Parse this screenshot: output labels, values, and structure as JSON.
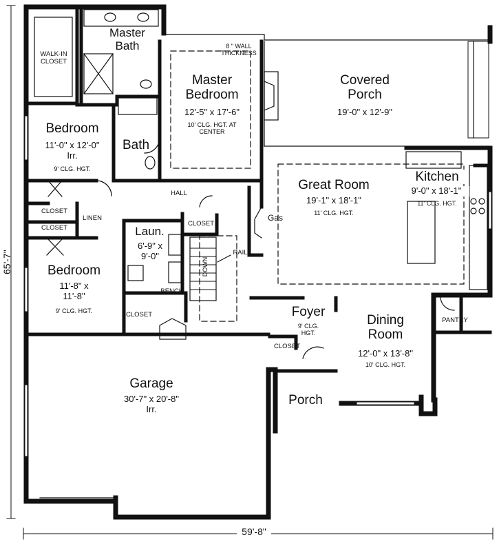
{
  "plan": {
    "overall_width": "59'-8\"",
    "overall_depth": "65'-7\"",
    "wall_note": "8 \" WALL\nTHICKNESS",
    "rooms": {
      "master_bath": {
        "name": "Master\nBath"
      },
      "walkin_closet": {
        "name": "WALK-IN\nCLOSET"
      },
      "master_bedroom": {
        "name": "Master\nBedroom",
        "size": "12'-5\" x 17'-6\"",
        "ceiling": "10' CLG. HGT. AT\nCENTER"
      },
      "covered_porch": {
        "name": "Covered\nPorch",
        "size": "19'-0\" x 12'-9\""
      },
      "bedroom1": {
        "name": "Bedroom",
        "size": "11'-0\" x 12'-0\"\nIrr.",
        "ceiling": "9' CLG. HGT."
      },
      "bath": {
        "name": "Bath"
      },
      "great_room": {
        "name": "Great Room",
        "size": "19'-1\" x 18'-1\"",
        "ceiling": "11' CLG. HGT."
      },
      "kitchen": {
        "name": "Kitchen",
        "size": "9'-0\" x 18'-1\"",
        "ceiling": "11' CLG. HGT."
      },
      "hall": {
        "name": "HALL"
      },
      "gas": {
        "name": "Gas"
      },
      "closet_a": {
        "name": "CLOSET"
      },
      "closet_b": {
        "name": "CLOSET"
      },
      "linen": {
        "name": "LINEN"
      },
      "closet_laundry": {
        "name": "CLOSET"
      },
      "laundry": {
        "name": "Laun.",
        "size": "6'-9\" x\n9'-0\""
      },
      "rail": {
        "name": "RAIL"
      },
      "down": {
        "name": "DOWN"
      },
      "bench": {
        "name": "BENCH"
      },
      "bedroom2": {
        "name": "Bedroom",
        "size": "11'-8\" x\n11'-8\"",
        "ceiling": "9' CLG. HGT."
      },
      "closet_hall": {
        "name": "CLOSET"
      },
      "foyer": {
        "name": "Foyer",
        "ceiling": "9' CLG.\nHGT."
      },
      "closet_foyer": {
        "name": "CLOSET"
      },
      "dining_room": {
        "name": "Dining\nRoom",
        "size": "12'-0\" x 13'-8\"",
        "ceiling": "10' CLG. HGT."
      },
      "pantry": {
        "name": "PANTRY"
      },
      "garage": {
        "name": "Garage",
        "size": "30'-7\" x 20'-8\"\nIrr."
      },
      "porch": {
        "name": "Porch"
      }
    }
  }
}
